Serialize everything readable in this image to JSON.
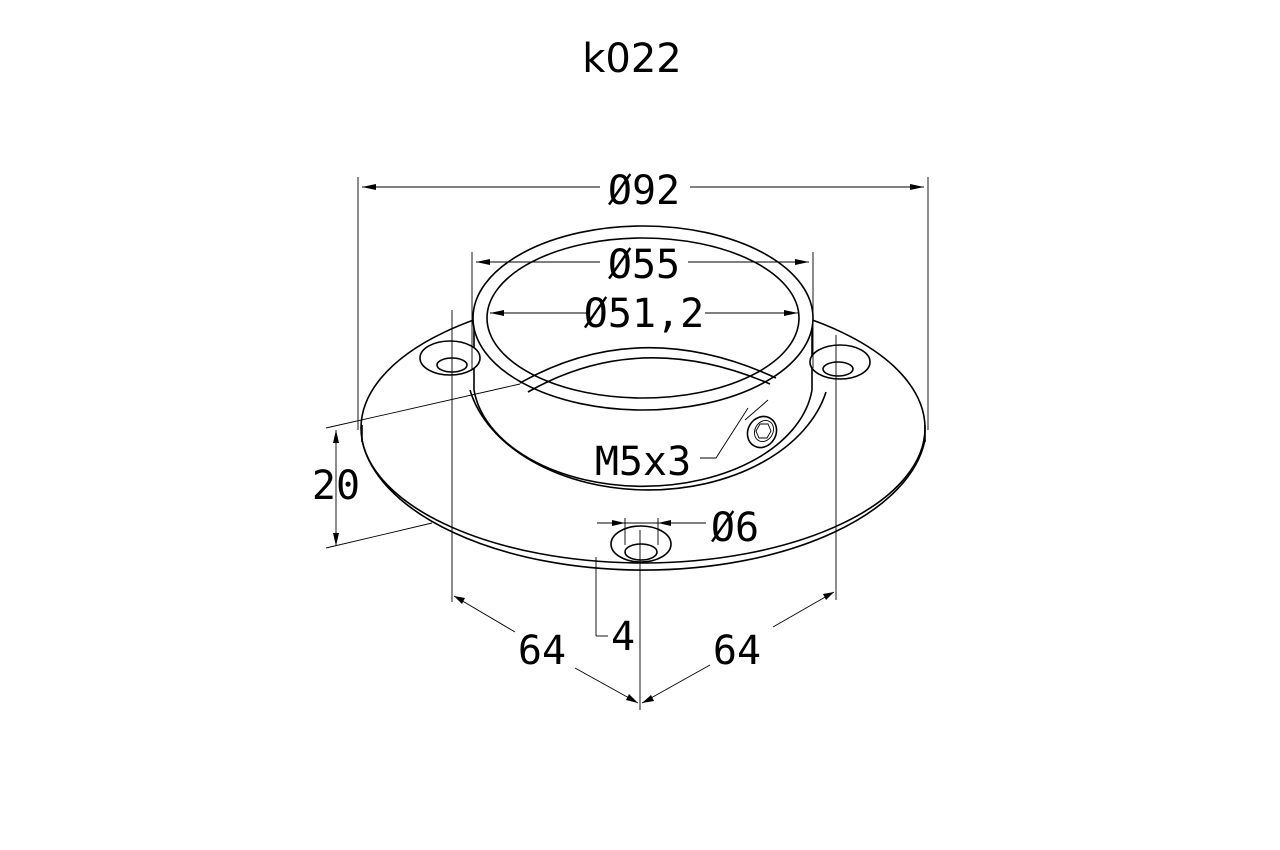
{
  "title": "k022",
  "dimensions": {
    "outer_diameter": "Ø92",
    "tube_outer_diameter": "Ø55",
    "tube_inner_diameter": "Ø51,2",
    "height": "20",
    "set_screw": "M5x3",
    "hole_diameter": "Ø6",
    "flange_thickness": "4",
    "hole_spacing_left": "64",
    "hole_spacing_right": "64"
  }
}
